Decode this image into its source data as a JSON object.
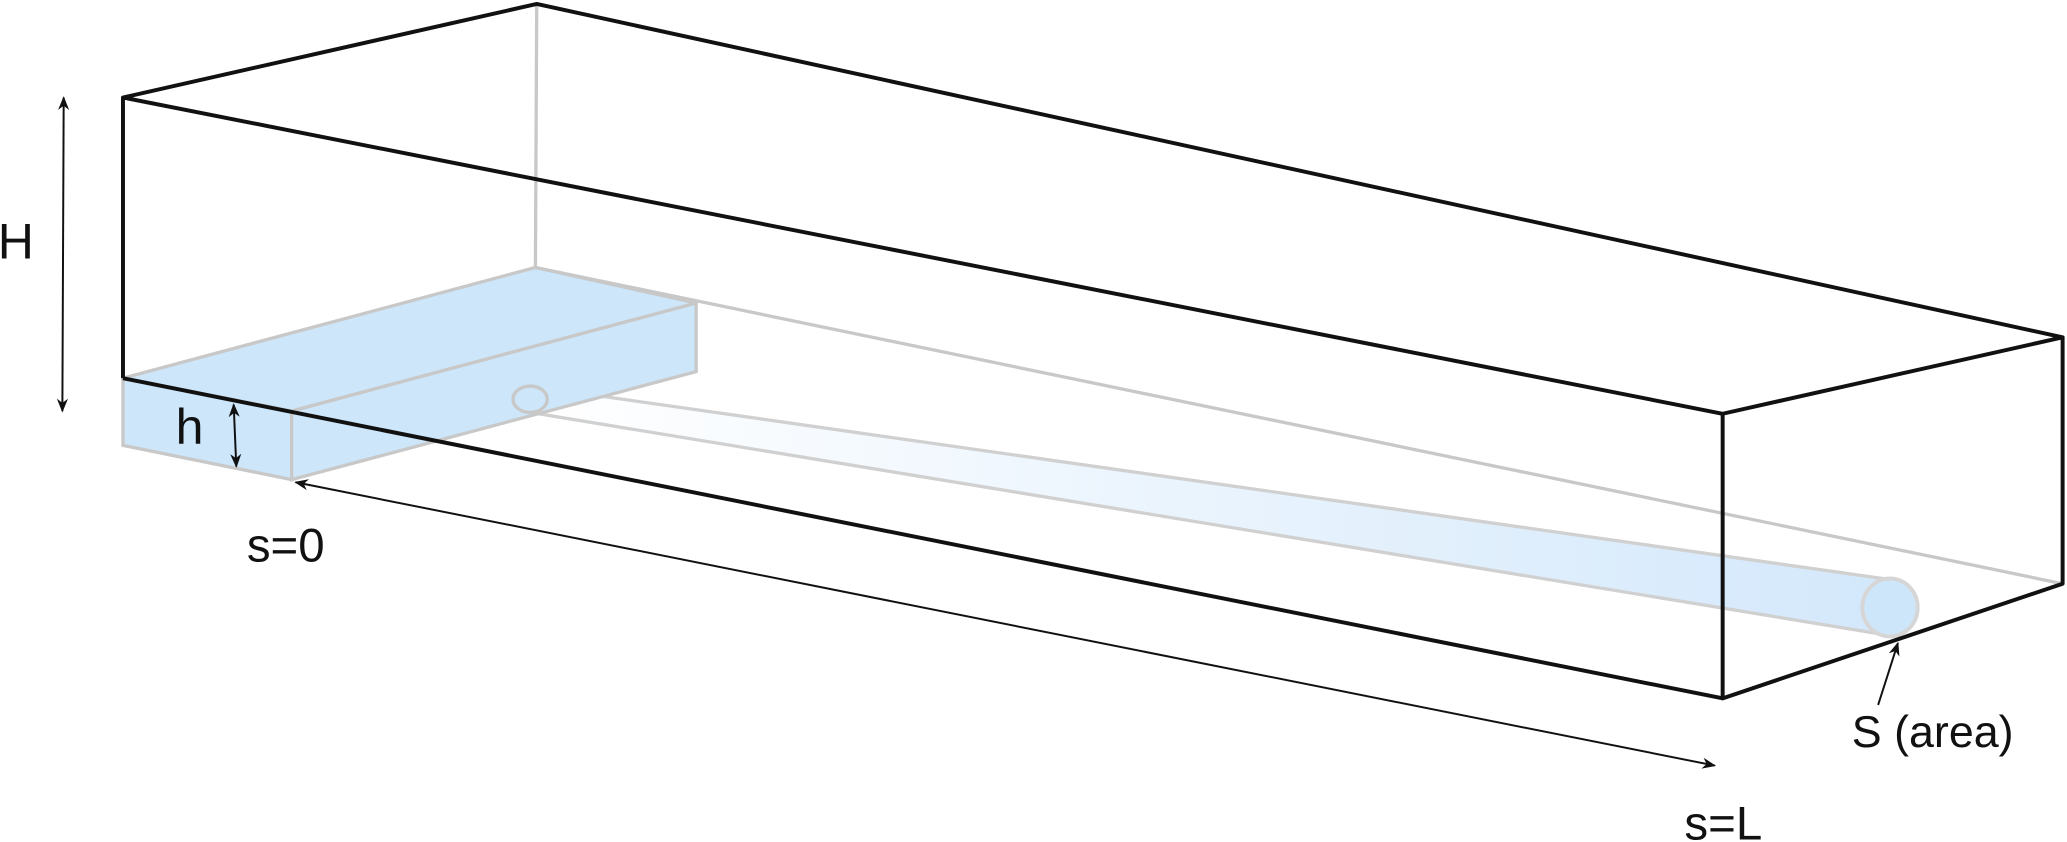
{
  "labels": {
    "H": "H",
    "h": "h",
    "s0": "s=0",
    "sL": "s=L",
    "S_area": "S (area)"
  },
  "colors": {
    "edge": "#111111",
    "hidden_edge": "#c8c8c8",
    "water": "#cde6f9"
  }
}
